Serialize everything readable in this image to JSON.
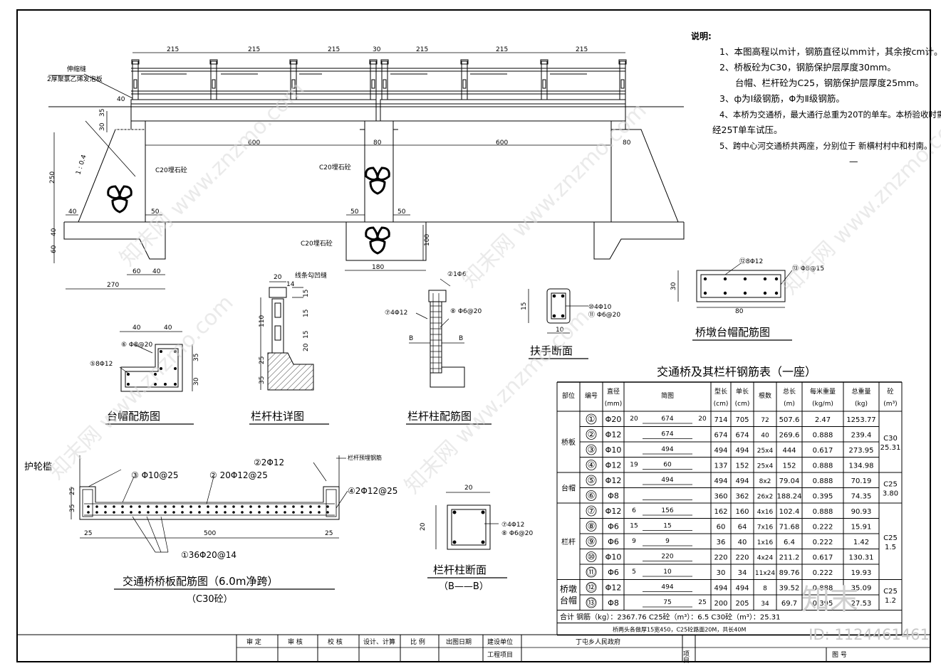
{
  "notes": {
    "title": "说明:",
    "l1": "1、本图高程以m计，钢筋直径以mm计，其余按cm计。",
    "l2": "2、桥板砼为C30，钢筋保护层厚度30mm。",
    "l3": "台帽、栏杆砼为C25，钢筋保护层厚度25mm。",
    "l4": "3、ф为Ⅰ级钢筋，Φ为Ⅱ级钢筋。",
    "l5": "4、本桥为交通桥，最大通行总重为20T的单车。本桥验收时需",
    "l6": "经25T单车试压。",
    "l7": "5、跨中心河交通桥共两座，分别位于   新横村村中和村南。",
    "l8": "—"
  },
  "elevation": {
    "top_dims": [
      "215",
      "215",
      "215",
      "30",
      "215",
      "215",
      "215"
    ],
    "joint_label": "伸缩缝",
    "foam_label": "2厚聚氯乙烯发泡板",
    "d40a": "40",
    "d35": "35",
    "d30": "30",
    "d250": "250",
    "d40b": "40",
    "d40c": "40",
    "d60": "60",
    "span1": "600",
    "pier_w": "80",
    "span2": "600",
    "abut_w": "80",
    "slope": "1 : 0.4",
    "c20": "C20埋石砼",
    "d50a": "50",
    "d50b": "50",
    "d50c": "50",
    "d100": "100",
    "d180": "180",
    "d60b": "60",
    "d40d": "40",
    "d270": "270"
  },
  "cap_cross": {
    "title": "桥墩台帽配筋图",
    "rebar_a": "⑫8Φ12",
    "rebar_b": "⑬ Φ8@15",
    "d30": "30",
    "d80": "80"
  },
  "abut_cap": {
    "title": "台帽配筋图",
    "d40a": "40",
    "d40b": "40",
    "rebar_a": "⑥ Φ8@20",
    "rebar_b": "⑤8Φ12",
    "d35": "35",
    "d30": "30"
  },
  "post_detail": {
    "title": "栏杆柱详图",
    "joint": "线条勾凹缝",
    "d20": "20",
    "d14": "14",
    "d110": "110",
    "d15a": "15",
    "d25": "25",
    "d35": "35",
    "d15b": "15",
    "d15c": "15",
    "d20b": "20"
  },
  "post_rebar": {
    "title": "栏杆柱配筋图",
    "r1": "②1Φ6",
    "r2": "⑦4Φ12",
    "r3": "⑧ Φ6@20",
    "b1": "B",
    "b2": "B"
  },
  "handrail": {
    "title": "扶手断面",
    "r1": "⑩4Φ10",
    "r2": "⑪ Φ6@20",
    "d15": "15",
    "d10": "10"
  },
  "deck": {
    "title": "交通桥桥板配筋图（6.0m净跨）",
    "sub": "（C30砼）",
    "curb": "护轮槛",
    "r3": "③ Φ10@25",
    "r2": "② 20Φ12@25",
    "r22": "②2Φ12",
    "r4": "④2Φ12@25",
    "r1": "①36Φ20@14",
    "embed": "栏杆预埋钢筋",
    "d25a": "25",
    "d35": "35",
    "d25b": "25",
    "d25c": "25",
    "d500": "500"
  },
  "post_section": {
    "title": "栏杆柱断面",
    "sub": "（B——B）",
    "d20a": "20",
    "d20b": "20",
    "r1": "⑦4Φ12",
    "r2": "⑧ Φ6@20"
  },
  "table": {
    "title": "交通桥及其栏杆钢筋表（一座）",
    "headers": [
      "部位",
      "编号",
      "直径 (mm)",
      "简图",
      "型长 (cm)",
      "单长 (cm)",
      "根数",
      "总长 (m)",
      "每米重量 (kg/m)",
      "总重量 (kg)",
      "砼 (m³)"
    ],
    "rows": [
      {
        "part": "桥板",
        "no": "①",
        "dia": "Φ20",
        "sketch": "674",
        "sketch_l": "20",
        "sketch_r": "20",
        "type_len": "714",
        "unit_len": "705",
        "count": "72",
        "total_len": "507.6",
        "unit_wt": "2.47",
        "total_wt": "1253.77"
      },
      {
        "part": "",
        "no": "②",
        "dia": "Φ12",
        "sketch": "674",
        "sketch_l": "",
        "sketch_r": "",
        "type_len": "674",
        "unit_len": "674",
        "count": "40",
        "total_len": "269.6",
        "unit_wt": "0.888",
        "total_wt": "239.4"
      },
      {
        "part": "",
        "no": "③",
        "dia": "Φ10",
        "sketch": "494",
        "sketch_l": "",
        "sketch_r": "",
        "type_len": "494",
        "unit_len": "494",
        "count": "25x4",
        "total_len": "444",
        "unit_wt": "0.617",
        "total_wt": "273.95"
      },
      {
        "part": "",
        "no": "④",
        "dia": "Φ12",
        "sketch": "60",
        "sketch_l": "19",
        "sketch_r": "",
        "type_len": "137",
        "unit_len": "152",
        "count": "25x4",
        "total_len": "152",
        "unit_wt": "0.888",
        "total_wt": "134.98"
      },
      {
        "part": "台帽",
        "no": "⑤",
        "dia": "Φ12",
        "sketch": "494",
        "sketch_l": "",
        "sketch_r": "",
        "type_len": "494",
        "unit_len": "494",
        "count": "8x2",
        "total_len": "79.04",
        "unit_wt": "0.888",
        "total_wt": "70.19"
      },
      {
        "part": "",
        "no": "⑥",
        "dia": "Φ8",
        "sketch": "",
        "sketch_l": "",
        "sketch_r": "",
        "type_len": "360",
        "unit_len": "362",
        "count": "26x2",
        "total_len": "188.24",
        "unit_wt": "0.395",
        "total_wt": "74.35"
      },
      {
        "part": "栏杆",
        "no": "⑦",
        "dia": "Φ12",
        "sketch": "156",
        "sketch_l": "6",
        "sketch_r": "",
        "type_len": "162",
        "unit_len": "160",
        "count": "4x16",
        "total_len": "102.4",
        "unit_wt": "0.888",
        "total_wt": "90.93"
      },
      {
        "part": "",
        "no": "⑧",
        "dia": "Φ6",
        "sketch": "15",
        "sketch_l": "15",
        "sketch_r": "",
        "type_len": "60",
        "unit_len": "64",
        "count": "7x16",
        "total_len": "71.68",
        "unit_wt": "0.222",
        "total_wt": "15.91"
      },
      {
        "part": "",
        "no": "⑨",
        "dia": "Φ6",
        "sketch": "9",
        "sketch_l": "9",
        "sketch_r": "",
        "type_len": "36",
        "unit_len": "40",
        "count": "1x16",
        "total_len": "6.4",
        "unit_wt": "0.222",
        "total_wt": "1.42"
      },
      {
        "part": "",
        "no": "⑩",
        "dia": "Φ10",
        "sketch": "220",
        "sketch_l": "",
        "sketch_r": "",
        "type_len": "220",
        "unit_len": "220",
        "count": "4x24",
        "total_len": "211.2",
        "unit_wt": "0.617",
        "total_wt": "130.31"
      },
      {
        "part": "",
        "no": "⑪",
        "dia": "Φ6",
        "sketch": "10",
        "sketch_l": "5",
        "sketch_r": "",
        "type_len": "30",
        "unit_len": "34",
        "count": "11x24",
        "total_len": "89.76",
        "unit_wt": "0.222",
        "total_wt": "19.93"
      },
      {
        "part": "桥墩",
        "no": "⑫",
        "dia": "Φ12",
        "sketch": "494",
        "sketch_l": "",
        "sketch_r": "",
        "type_len": "494",
        "unit_len": "494",
        "count": "8",
        "total_len": "39.52",
        "unit_wt": "0.888",
        "total_wt": "35.09"
      },
      {
        "part": "台帽",
        "no": "⑬",
        "dia": "Φ8",
        "sketch": "75",
        "sketch_l": "",
        "sketch_r": "25",
        "type_len": "200",
        "unit_len": "205",
        "count": "34",
        "total_len": "69.7",
        "unit_wt": "0.395",
        "total_wt": "27.53"
      }
    ],
    "conc": [
      {
        "label": "C30",
        "value": "25.31"
      },
      {
        "label": "C25",
        "value": "3.80"
      },
      {
        "label": "C25",
        "value": "1.5"
      },
      {
        "label": "C25",
        "value": "1.2"
      }
    ],
    "total_row": "合计        钢筋（kg）：2367.76     C25砼（m³）：6.5          C30砼（m³）：25.31",
    "footer": "桥两头各做厚15宽450，C25砼路面20M，共长40M"
  },
  "title_block": {
    "c1": "审  定",
    "c2": "审  核",
    "c3": "校  核",
    "c4": "设计、计算",
    "c5": "比  例",
    "c6": "出图日期",
    "c7": "建设单位",
    "c8": "丁屯乡人民政府",
    "c9": "工程项目",
    "c10": "项目",
    "c11": "图  号"
  },
  "marks": {
    "id": "ID: 1124461461",
    "zhi": "知末",
    "wm": "知末网 www.znzmo.com"
  }
}
